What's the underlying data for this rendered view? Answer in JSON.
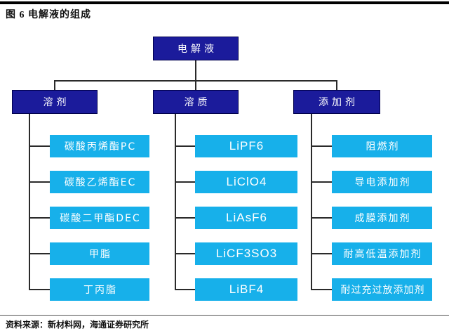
{
  "figure": {
    "title": "图 6  电解液的组成",
    "source": "资料来源：新材料网，海通证券研究所"
  },
  "colors": {
    "navy": "#1b1b9b",
    "cyan": "#17b0ea",
    "line": "#2a2a2a"
  },
  "tree": {
    "root": {
      "label": "电解液"
    },
    "columns": [
      {
        "label": "溶剂",
        "children": [
          "碳酸丙烯酯PC",
          "碳酸乙烯酯EC",
          "碳酸二甲酯DEC",
          "甲脂",
          "丁丙脂"
        ]
      },
      {
        "label": "溶质",
        "children": [
          "LiPF6",
          "LiClO4",
          "LiAsF6",
          "LiCF3SO3",
          "LiBF4"
        ]
      },
      {
        "label": "添加剂",
        "children": [
          "阻燃剂",
          "导电添加剂",
          "成膜添加剂",
          "耐高低温添加剂",
          "耐过充过放添加剂"
        ]
      }
    ]
  }
}
